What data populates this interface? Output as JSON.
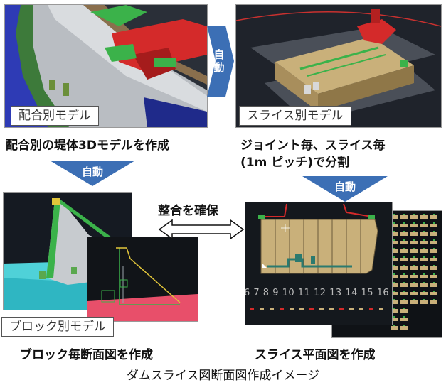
{
  "panels": {
    "top_left": {
      "label": "配合別モデル",
      "caption": "配合別の堤体3Dモデルを作成"
    },
    "top_right": {
      "label": "スライス別モデル",
      "caption_line1": "ジョイント毎、スライス毎",
      "caption_line2": "(1m ピッチ)で分割"
    },
    "bottom_left": {
      "label": "ブロック別モデル",
      "caption": "ブロック毎断面図を作成"
    },
    "bottom_right": {
      "caption": "スライス平面図を作成",
      "tick_numbers": "6  7  8  9  10  11  12  13  14  15  16"
    }
  },
  "arrows": {
    "auto_vertical": "自動",
    "auto_left_down": "自動",
    "auto_right_down": "自動",
    "consistency": "整合を確保"
  },
  "footer_title": "ダムスライス図断面図作成イメージ",
  "colors": {
    "arrow_blue": "#3c6fb5",
    "dam_green": "#3bb24a",
    "dam_red": "#d42a2a",
    "concrete": "#c9b07a"
  }
}
